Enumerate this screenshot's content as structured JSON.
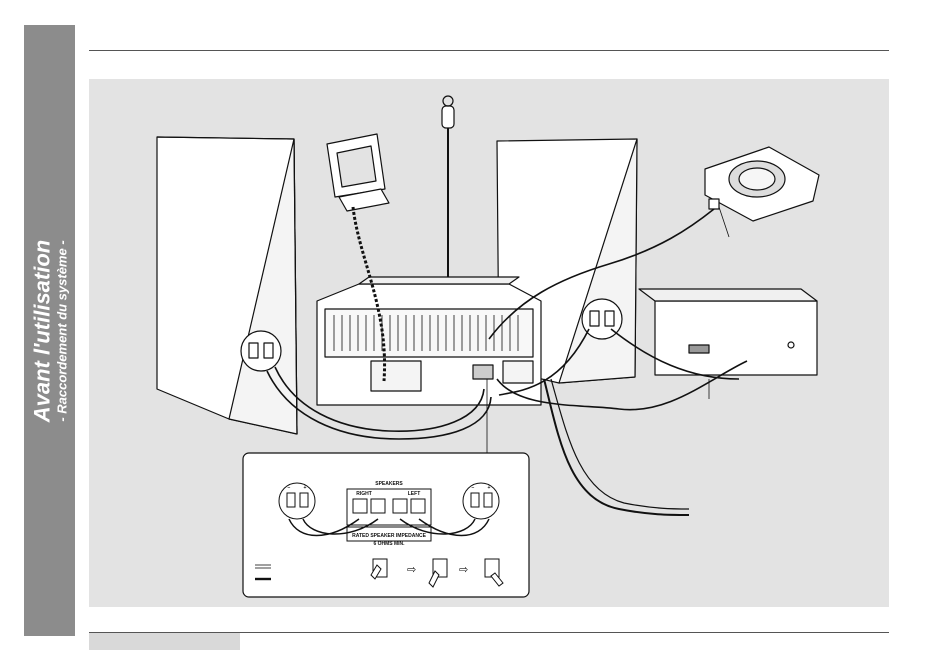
{
  "sidebar": {
    "title": "Avant l'utilisation",
    "subtitle": "- Raccordement du système -"
  },
  "figure": {
    "speakers_label": "SPEAKERS",
    "right_label": "RIGHT",
    "left_label": "LEFT",
    "impedance_label": "RATED SPEAKER IMPEDANCE",
    "ohms_label": "6 OHMS MIN.",
    "plus_sign": "+",
    "minus_sign": "−"
  },
  "colors": {
    "sidebar": "#8c8c8c",
    "panel": "#e3e3e3",
    "footer_tab": "#d9d9d9"
  }
}
